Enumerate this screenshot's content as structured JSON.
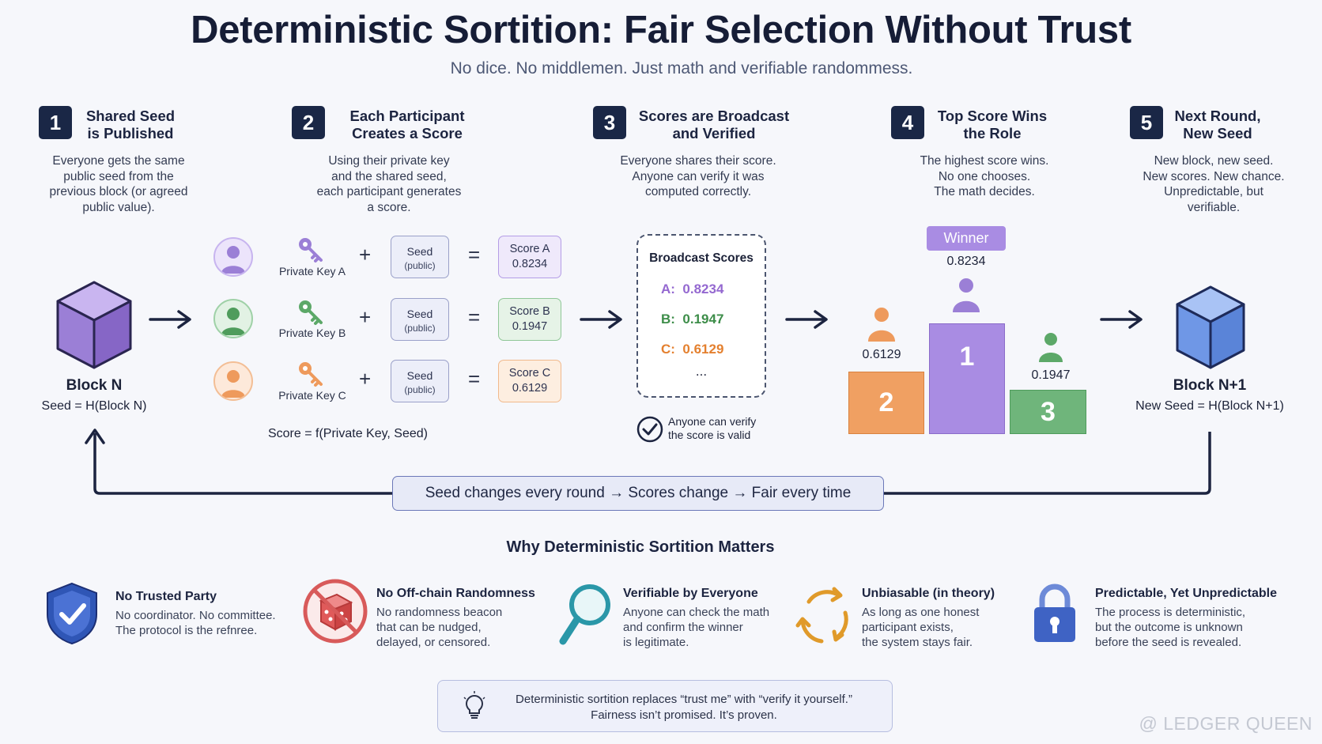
{
  "title": "Deterministic Sortition: Fair Selection Without Trust",
  "subtitle": "No dice. No middlemen. Just math and verifiable randommess.",
  "steps": [
    {
      "number": "1",
      "title": "Shared Seed\nis Published",
      "desc": "Everyone gets the same\npublic seed from the\nprevious block (or agreed\npublic value)."
    },
    {
      "number": "2",
      "title": "Each Participant\nCreates a Score",
      "desc": "Using their private key\nand the shared seed,\neach participant generates\na score."
    },
    {
      "number": "3",
      "title": "Scores are Broadcast\nand Verified",
      "desc": "Everyone shares their score.\nAnyone can verify it was\ncomputed correctly."
    },
    {
      "number": "4",
      "title": "Top Score Wins\nthe Role",
      "desc": "The highest score wins.\nNo one chooses.\nThe math decides."
    },
    {
      "number": "5",
      "title": "Next Round,\nNew Seed",
      "desc": "New block, new seed.\nNew scores. New chance.\nUnpredictable, but\nverifiable."
    }
  ],
  "block_n": {
    "label": "Block N",
    "seed": "Seed = H(Block N)"
  },
  "block_n1": {
    "label": "Block N+1",
    "seed": "New Seed = H(Block N+1)"
  },
  "participants": [
    {
      "key_label": "Private Key A",
      "seed_label": "Seed",
      "seed_sub": "(public)",
      "score_label": "Score A",
      "score_value": "0.8234",
      "color": "#9b7fd6"
    },
    {
      "key_label": "Private Key B",
      "seed_label": "Seed",
      "seed_sub": "(public)",
      "score_label": "Score B",
      "score_value": "0.1947",
      "color": "#5ca868"
    },
    {
      "key_label": "Private Key C",
      "seed_label": "Seed",
      "seed_sub": "(public)",
      "score_label": "Score C",
      "score_value": "0.6129",
      "color": "#ee9a5c"
    }
  ],
  "operators": {
    "plus": "+",
    "equals": "="
  },
  "formula": "Score = f(Private Key, Seed)",
  "broadcast": {
    "title": "Broadcast Scores",
    "entries": [
      {
        "label": "A:",
        "value": "0.8234",
        "color": "#9468d0"
      },
      {
        "label": "B:",
        "value": "0.1947",
        "color": "#3d8d49"
      },
      {
        "label": "C:",
        "value": "0.6129",
        "color": "#e4802f"
      }
    ],
    "ellipsis": "...",
    "verify_note": "Anyone can verify\nthe score is valid"
  },
  "podium": {
    "winner_badge": "Winner",
    "first": {
      "rank": "1",
      "score": "0.8234",
      "color": "#a98ce3"
    },
    "second": {
      "rank": "2",
      "score": "0.6129",
      "color": "#f0a062"
    },
    "third": {
      "rank": "3",
      "score": "0.1947",
      "color": "#6fb57b"
    }
  },
  "loop_banner": "Seed changes every round → Scores change → Fair every time",
  "why_title": "Why Deterministic Sortition Matters",
  "benefits": [
    {
      "icon": "shield-check-icon",
      "title": "No Trusted Party",
      "desc": "No coordinator. No committee.\nThe protocol is the refnree."
    },
    {
      "icon": "no-dice-icon",
      "title": "No Off-chain Randomness",
      "desc": "No randomness beacon\nthat can be nudged,\ndelayed, or censored."
    },
    {
      "icon": "magnifier-icon",
      "title": "Verifiable by Everyone",
      "desc": "Anyone can check the math\nand confirm the winner\nis legitimate."
    },
    {
      "icon": "cycle-arrows-icon",
      "title": "Unbiasable (in theory)",
      "desc": "As long as one honest\nparticipant exists,\nthe system stays fair."
    },
    {
      "icon": "padlock-icon",
      "title": "Predictable, Yet Unpredictable",
      "desc": "The process is deterministic,\nbut the outcome is unknown\nbefore the seed is revealed."
    }
  ],
  "footer": "Deterministic sortition replaces “trust me” with “verify it yourself.”\nFairness isn’t promised. It’s proven.",
  "watermark": "@ LEDGER QUEEN"
}
